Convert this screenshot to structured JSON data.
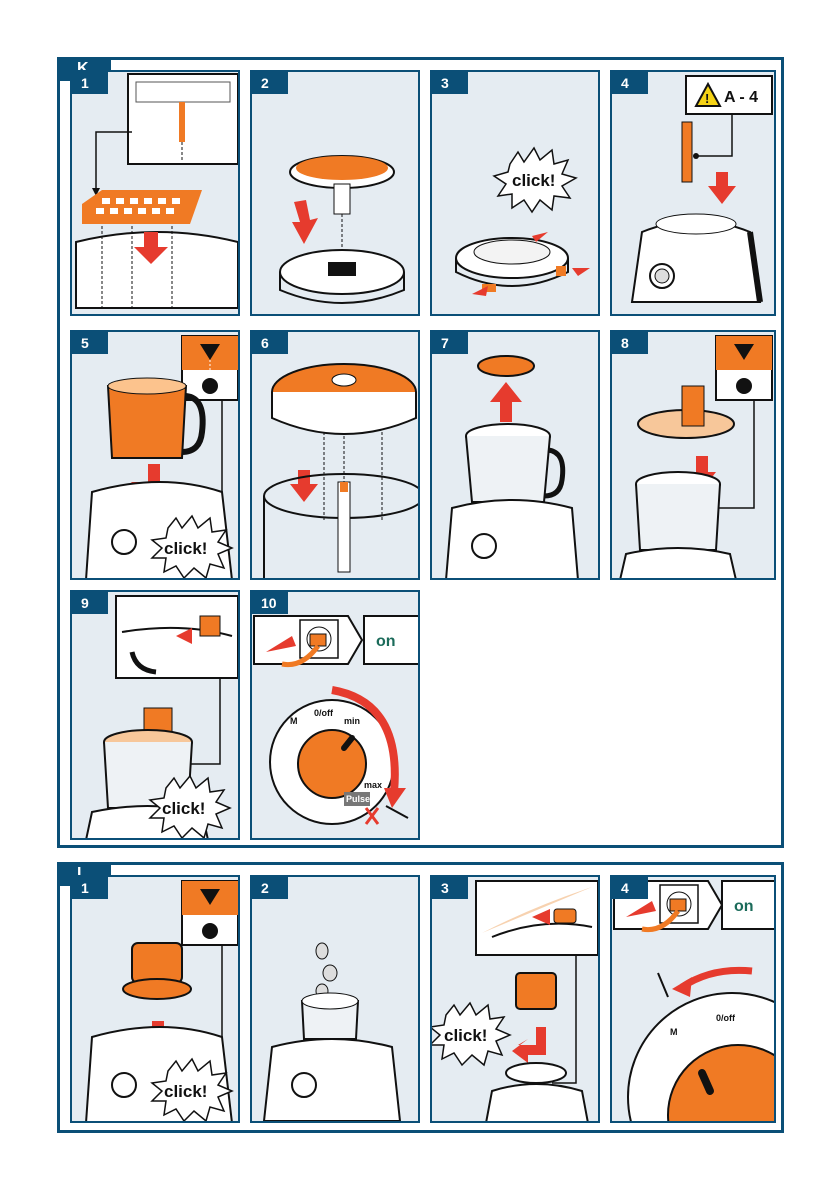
{
  "section_k": {
    "label": "K",
    "steps": [
      "1",
      "2",
      "3",
      "4",
      "5",
      "6",
      "7",
      "8",
      "9",
      "10"
    ],
    "click_label": "click!",
    "warning_label": "A - 4",
    "on_label": "on",
    "dial": {
      "off": "0/off",
      "min": "min",
      "max": "max",
      "m": "M",
      "pulse": "Pulse"
    }
  },
  "section_l": {
    "label": "L",
    "steps": [
      "1",
      "2",
      "3",
      "4"
    ],
    "click_label": "click!",
    "on_label": "on",
    "dial": {
      "off": "0/off",
      "m": "M"
    }
  },
  "colors": {
    "frame": "#0b4f77",
    "panel_bg": "#e5ecf2",
    "accent": "#f07a24",
    "arrow": "#e63b2e"
  }
}
